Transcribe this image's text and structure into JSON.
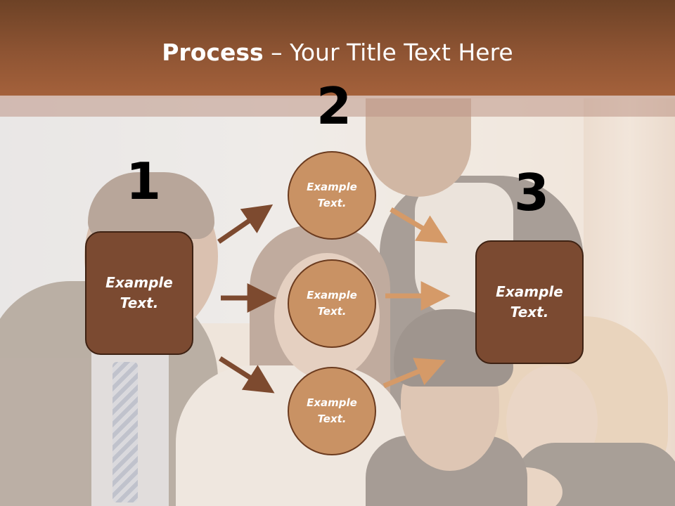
{
  "slide": {
    "title_bold": "Process",
    "title_rest": " – Your Title Text Here"
  },
  "diagram": {
    "steps": [
      "1",
      "2",
      "3"
    ],
    "left_box": "Example\nText.",
    "right_box": "Example\nText.",
    "circles": [
      "Example\nText.",
      "Example\nText.",
      "Example\nText."
    ]
  },
  "colors": {
    "title_bar": "#8e5433",
    "box_fill": "#7b4a31",
    "circle_fill": "#c99264",
    "arrow_dark": "#7d4a2f",
    "arrow_light": "#d59a68"
  }
}
